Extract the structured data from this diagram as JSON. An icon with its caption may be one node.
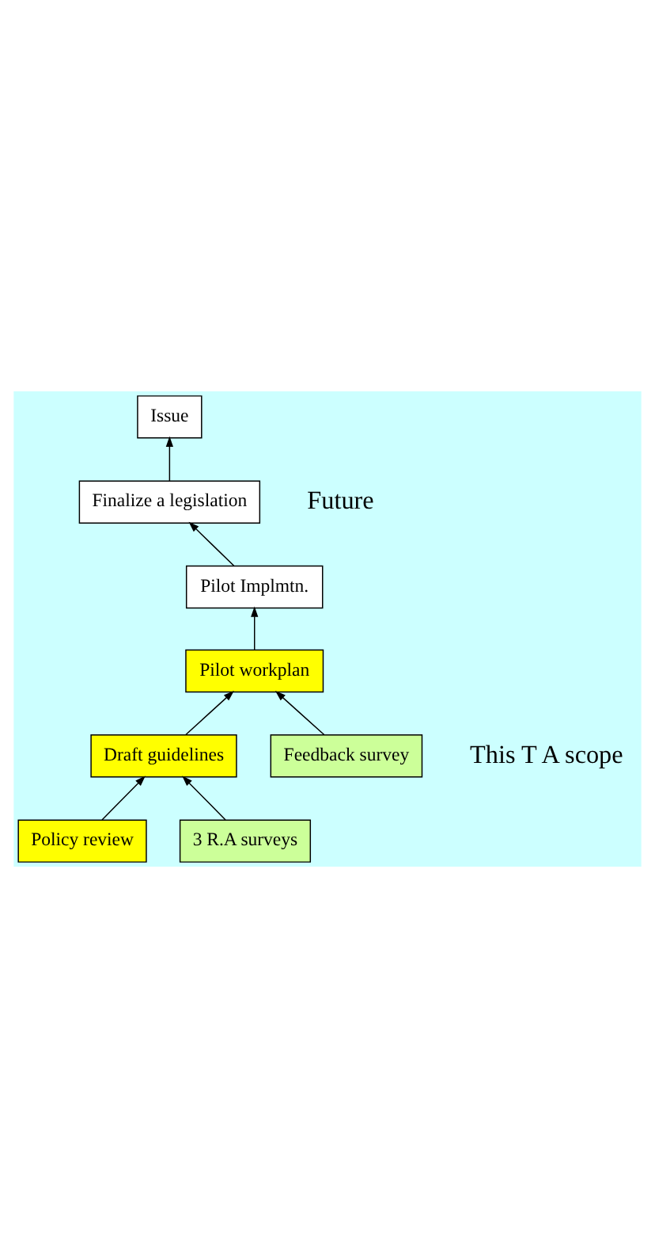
{
  "diagram": {
    "nodes": [
      {
        "text": [
          "Policy review"
        ]
      },
      {
        "text": [
          "3 R.A surveys"
        ]
      },
      {
        "text": [
          "Draft guidelines"
        ]
      },
      {
        "text": [
          "Feedback survey"
        ]
      },
      {
        "text": [
          "Pilot workplan"
        ]
      },
      {
        "text": [
          "Pilot Implmtn."
        ]
      },
      {
        "text": [
          "Finalize a legislation"
        ]
      },
      {
        "text": [
          "Issue"
        ]
      }
    ],
    "edges": [
      {
        "from": 0,
        "to": 2,
        "arrow": "to"
      },
      {
        "from": 1,
        "to": 2,
        "arrow": "to"
      },
      {
        "from": 2,
        "to": 4,
        "arrow": "to"
      },
      {
        "from": 3,
        "to": 4,
        "arrow": "to"
      },
      {
        "from": 4,
        "to": 5,
        "arrow": "to"
      },
      {
        "from": 5,
        "to": 6,
        "arrow": "to"
      },
      {
        "from": 6,
        "to": 7,
        "arrow": "to"
      }
    ],
    "labels": [
      "Future",
      "This T A scope"
    ]
  }
}
